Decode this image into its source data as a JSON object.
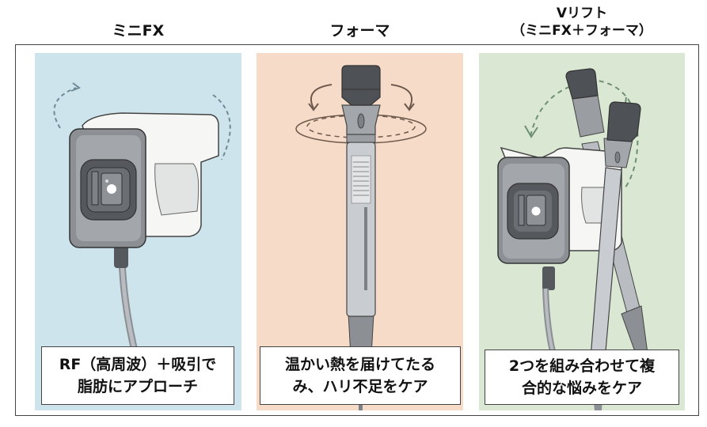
{
  "columns": [
    {
      "title_lines": [
        "ミニFX"
      ],
      "panel_color": "#cde4ec",
      "illustration": "minifx-device-icon",
      "caption_lines": [
        "RF（高周波）＋吸引で",
        "脂肪にアプローチ"
      ]
    },
    {
      "title_lines": [
        "フォーマ"
      ],
      "panel_color": "#f6dcc8",
      "illustration": "forma-handpiece-icon",
      "caption_lines": [
        "温かい熱を届けてたる",
        "み、ハリ不足をケア"
      ]
    },
    {
      "title_lines": [
        "Vリフト",
        "（ミニFX＋フォーマ）"
      ],
      "panel_color": "#d9e7d3",
      "illustration": "vlift-combined-devices-icon",
      "caption_lines": [
        "2つを組み合わせて複",
        "合的な悩みをケア"
      ]
    }
  ],
  "colors": {
    "frame_border": "#444444",
    "device_dark": "#55585c",
    "device_gray": "#9a9ea3",
    "device_light": "#f4f4f2",
    "arrow_blue": "#6f8a97",
    "arrow_brown": "#6e5a4d",
    "arrow_green": "#6f8f73"
  }
}
